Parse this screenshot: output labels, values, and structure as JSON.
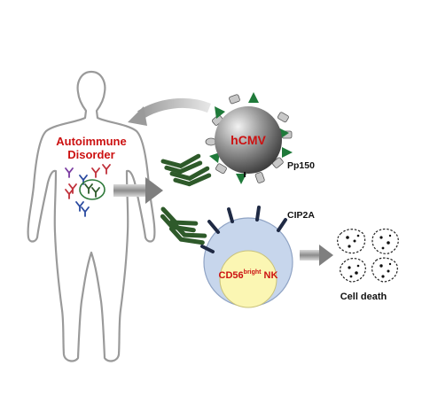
{
  "labels": {
    "disorder_line1": "Autoimmune",
    "disorder_line2": "Disorder",
    "virus": "hCMV",
    "protein": "Pp150",
    "target": "CIP2A",
    "nk_main": "CD56",
    "nk_sup": "bright",
    "nk_suffix": " NK",
    "outcome": "Cell death"
  },
  "colors": {
    "accent_red": "#cc1111",
    "antibody_green": "#2e5a2a",
    "spike_green": "#1f7a3a",
    "nk_cell_blue": "#c7d6ec",
    "nk_nucleus_yellow": "#fbf6b3",
    "virus_gray": "#7f7f7f"
  },
  "icons": [
    "human-outline-icon",
    "virus-particle-icon",
    "antibody-icon",
    "nk-cell-icon",
    "dying-cell-icon",
    "arrow-icon"
  ]
}
